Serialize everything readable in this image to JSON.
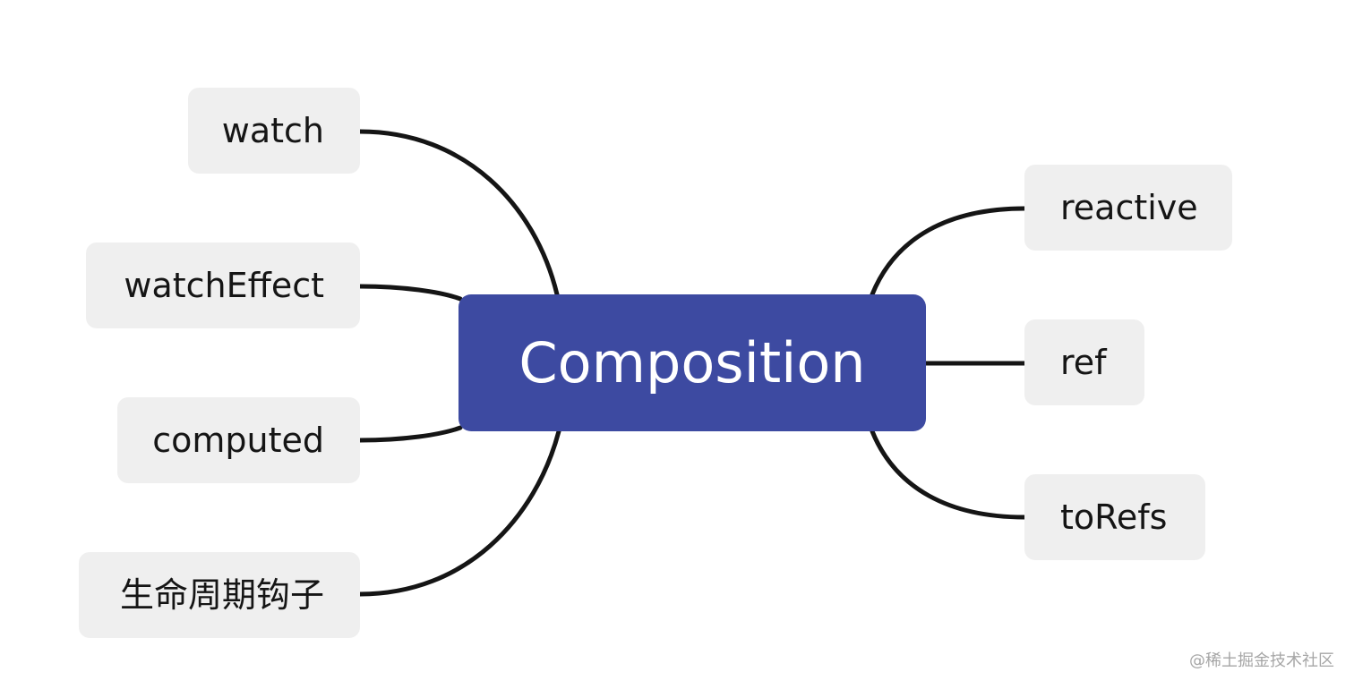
{
  "diagram": {
    "center": {
      "label": "Composition",
      "color": "#3d4aa1"
    },
    "left_topics": [
      {
        "label": "watch"
      },
      {
        "label": "watchEffect"
      },
      {
        "label": "computed"
      },
      {
        "label": "生命周期钩子"
      }
    ],
    "right_topics": [
      {
        "label": "reactive"
      },
      {
        "label": "ref"
      },
      {
        "label": "toRefs"
      }
    ],
    "topic_background": "#efefef",
    "connector_color": "#151515"
  },
  "watermark": {
    "text": "@稀土掘金技术社区"
  }
}
